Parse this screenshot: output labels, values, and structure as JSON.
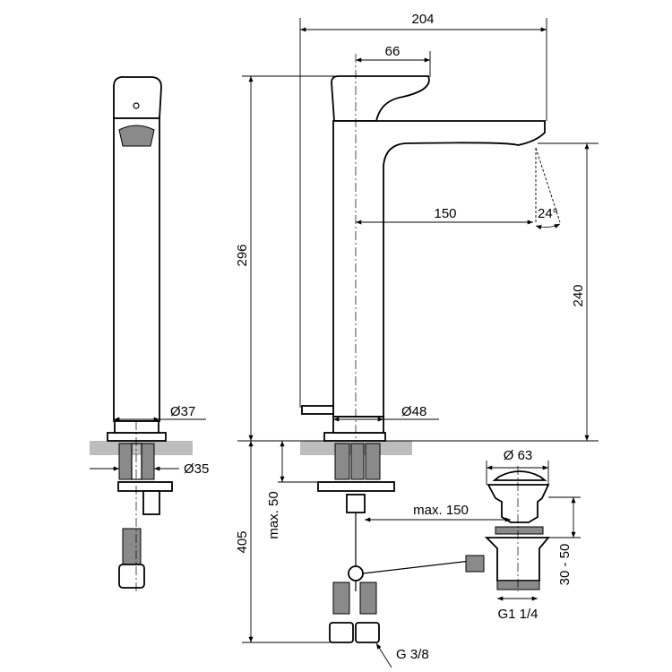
{
  "drawing": {
    "dimensions": {
      "overall_width": "204",
      "handle_offset": "66",
      "total_height": "296",
      "spout_reach": "150",
      "spout_angle": "24°",
      "spout_height": "240",
      "body_diameter_side": "Ø37",
      "base_diameter": "Ø48",
      "shank_diameter": "Ø35",
      "below_counter_length": "405",
      "max_thickness": "max. 50",
      "max_distance_to_waste": "max. 150",
      "waste_diameter": "Ø 63",
      "waste_range": "30 - 50",
      "waste_thread": "G1 1/4",
      "supply_thread": "G 3/8"
    },
    "colors": {
      "line": "#000000",
      "counter": "#bdbdbd"
    }
  }
}
